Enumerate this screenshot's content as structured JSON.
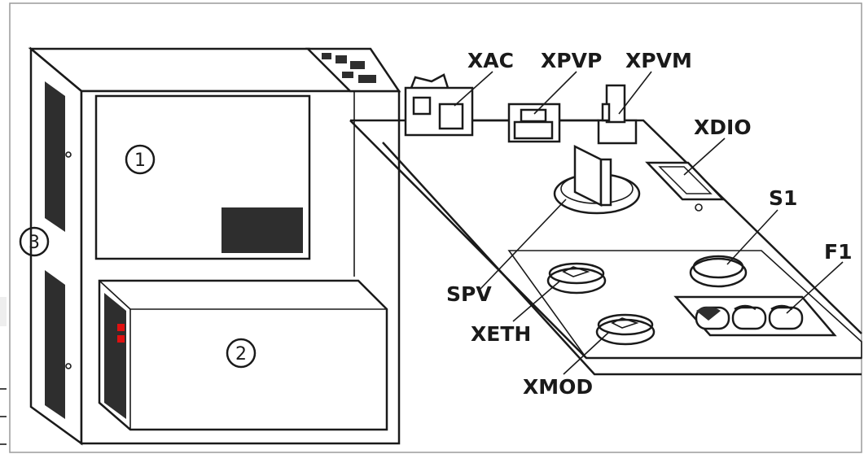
{
  "callouts": {
    "unit_1": "1",
    "unit_2": "2",
    "unit_3": "3"
  },
  "labels": {
    "xac": "XAC",
    "xpvp": "XPVP",
    "xpvm": "XPVM",
    "xdio": "XDIO",
    "s1": "S1",
    "f1": "F1",
    "spv": "SPV",
    "xeth": "XETH",
    "xmod": "XMOD"
  },
  "colors": {
    "line": "#1a1a1a",
    "panel_dark": "#2e2e2e",
    "indicator_red": "#e01010",
    "frame_border": "#9a9a9a"
  }
}
